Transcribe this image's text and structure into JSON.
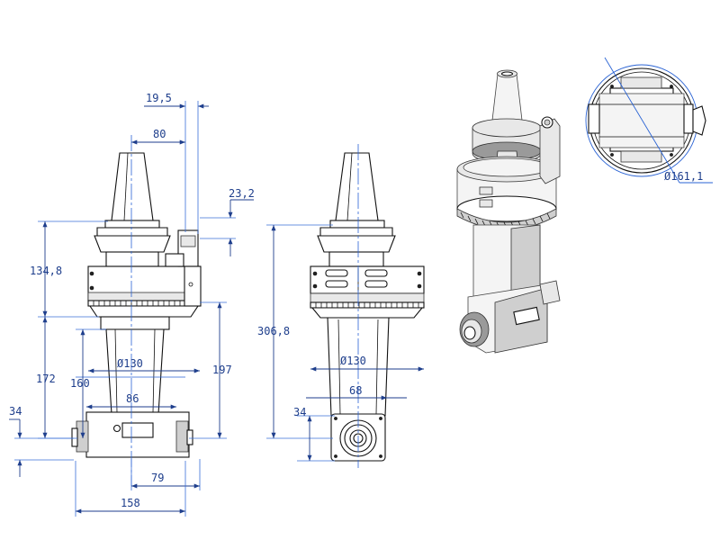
{
  "front_view": {
    "dims": {
      "d19_5": "19,5",
      "d80": "80",
      "d23_2": "23,2",
      "d134_8": "134,8",
      "d172": "172",
      "d160": "160",
      "d130": "Ø130",
      "d197": "197",
      "d86": "86",
      "d34": "34",
      "d79": "79",
      "d158": "158"
    }
  },
  "side_view": {
    "dims": {
      "d306_8": "306,8",
      "d130": "Ø130",
      "d68": "68",
      "d34": "34"
    }
  },
  "top_view": {
    "dims": {
      "d161_1": "Ø161,1"
    }
  },
  "colors": {
    "dimension": "#1e3e8c",
    "leader": "#2a63d4",
    "outline": "#111111"
  }
}
